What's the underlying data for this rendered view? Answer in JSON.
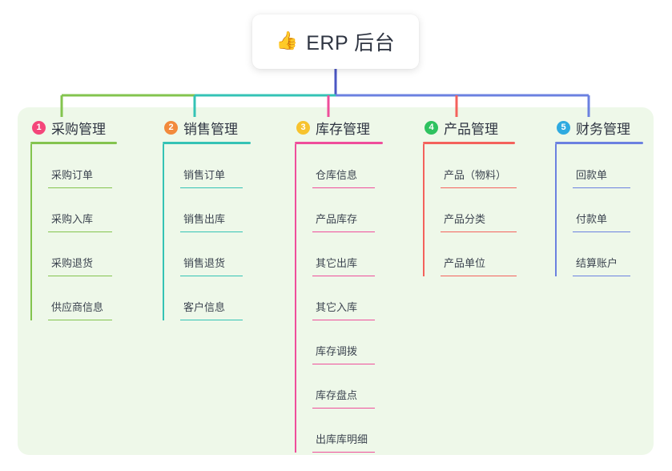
{
  "root": {
    "icon": "thumbs-up-icon",
    "icon_glyph": "👍",
    "title": "ERP 后台"
  },
  "palette": {
    "panel_bg": "#eef8e9",
    "page_bg": "#ffffff",
    "root_stem": "#4b57c4",
    "text": "#2f3542"
  },
  "columns": [
    {
      "index": "1",
      "title": "采购管理",
      "badge_color": "#f4467a",
      "line_color": "#83c44e",
      "items": [
        "采购订单",
        "采购入库",
        "采购退货",
        "供应商信息"
      ]
    },
    {
      "index": "2",
      "title": "销售管理",
      "badge_color": "#f28a3c",
      "line_color": "#34c3b5",
      "items": [
        "销售订单",
        "销售出库",
        "销售退货",
        "客户信息"
      ]
    },
    {
      "index": "3",
      "title": "库存管理",
      "badge_color": "#f7c32e",
      "line_color": "#ef4e9b",
      "items": [
        "仓库信息",
        "产品库存",
        "其它出库",
        "其它入库",
        "库存调拨",
        "库存盘点",
        "出库库明细"
      ]
    },
    {
      "index": "4",
      "title": "产品管理",
      "badge_color": "#2ec25f",
      "line_color": "#f4625c",
      "items": [
        "产品（物料）",
        "产品分类",
        "产品单位"
      ]
    },
    {
      "index": "5",
      "title": "财务管理",
      "badge_color": "#2eaae0",
      "line_color": "#6b81e0",
      "items": [
        "回款单",
        "付款单",
        "结算账户"
      ]
    }
  ]
}
